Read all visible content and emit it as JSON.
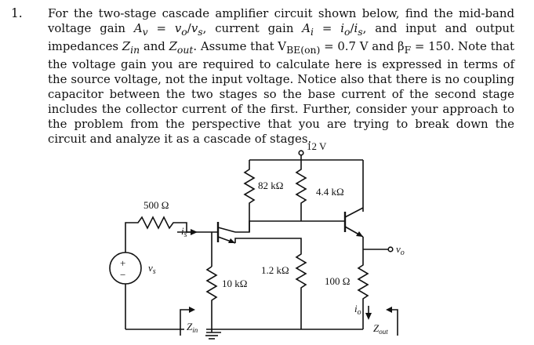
{
  "problem": {
    "number": "1.",
    "segments": [
      "For the two-stage cascade amplifier circuit shown below, find the mid-band voltage gain ",
      "A",
      "v",
      " = ",
      "v",
      "o",
      "/",
      "v",
      "s",
      ", current gain ",
      "A",
      "i",
      " = ",
      "i",
      "o",
      "/",
      "i",
      "s",
      ", and input and output impedances ",
      "Z",
      "in",
      " and ",
      "Z",
      "out",
      ". Assume that V",
      "BE(on)",
      " = 0.7 V and β",
      "F",
      " = 150. Note that the voltage gain you are required to calculate here is expressed in terms of the source voltage, not the input voltage. Notice also that there is no coupling capacitor between the two stages so the base current of the second stage includes the collector current of the first. Further, consider your approach to the problem from the perspective that you are trying to break down the circuit and analyze it as a cascade of stages."
    ]
  },
  "circuit": {
    "supply": "12 V",
    "r_source": "500 Ω",
    "r_bias_top": "82 kΩ",
    "r_bias_bottom": "10 kΩ",
    "r_collector": "4.4 kΩ",
    "r_emitter1": "1.2 kΩ",
    "r_emitter2": "100 Ω",
    "source_plus": "+",
    "source_minus": "−",
    "v_s": "v",
    "v_s_sub": "s",
    "i_s": "i",
    "i_s_sub": "s",
    "i_o": "i",
    "i_o_sub": "o",
    "v_o": "v",
    "v_o_sub": "o",
    "z_in": "Z",
    "z_in_sub": "in",
    "z_out": "Z",
    "z_out_sub": "out"
  }
}
